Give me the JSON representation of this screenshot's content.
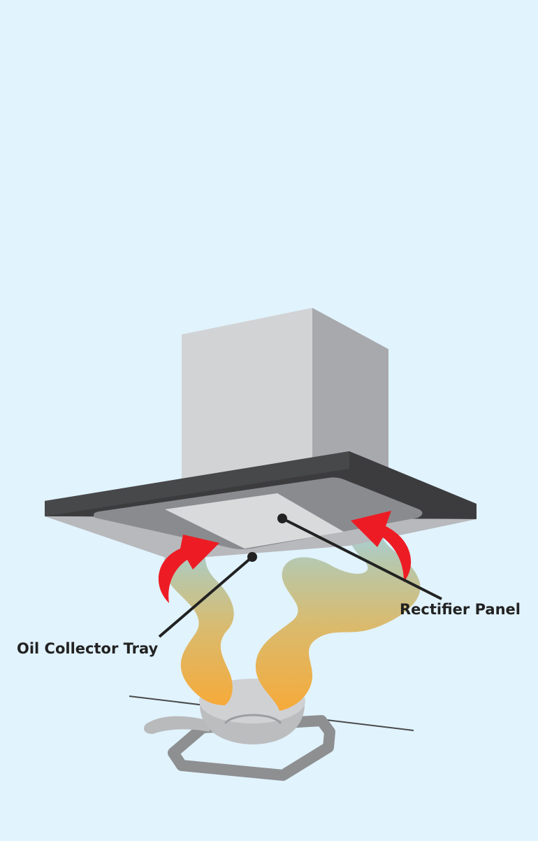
{
  "labels": {
    "rectifier_panel": "Rectifier Panel",
    "oil_collector_tray": "Oil Collector Tray"
  },
  "colors": {
    "background": "#e1f3fd",
    "hood_chimney": "#d2d3d5",
    "hood_chimney_side": "#a8a9ad",
    "hood_top": "#3c3c3e",
    "hood_body": "#b8b9bc",
    "hood_recess": "#8a8b8f",
    "panel": "#d9dadb",
    "arrow": "#ed1c24",
    "smoke_bottom": "#f6aa3a",
    "smoke_top": "#9fd2ec",
    "stove": "#8e8f91",
    "pan": "#bcbdbf",
    "leader": "#222222"
  },
  "icons": [
    "range-hood",
    "airflow-arrow",
    "smoke-plume",
    "gas-burner",
    "frying-pan"
  ]
}
